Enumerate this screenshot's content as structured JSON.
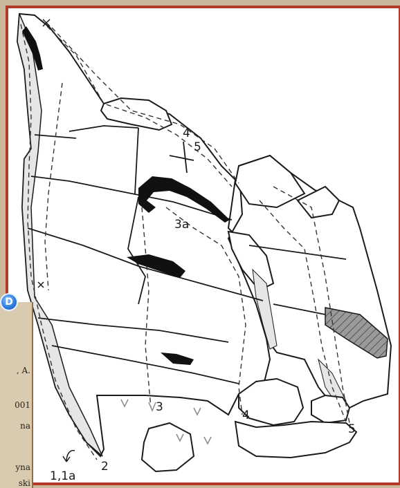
{
  "badge": {
    "letter": "D"
  },
  "side_panel": {
    "lines": [
      ", A.",
      "001",
      "na",
      "yna",
      "ski"
    ]
  },
  "route_labels": {
    "r1": "1,1a",
    "r2": "2",
    "r3": "3",
    "r3a": "3a",
    "r4_top": "4",
    "r4_bottom": "4",
    "r5_top": "5",
    "r5_bottom": "5"
  }
}
